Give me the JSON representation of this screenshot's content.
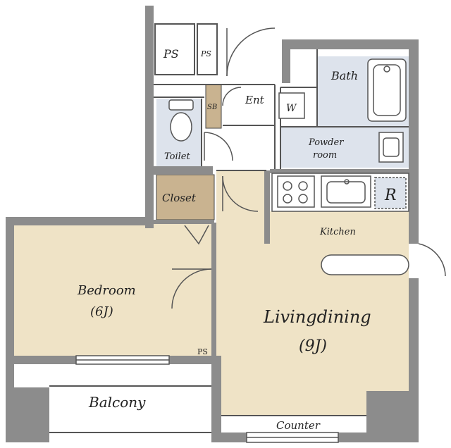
{
  "colors": {
    "wall": "#8c8c8c",
    "wood_floor": "#efe3c6",
    "wet_area": "#dde3ec",
    "closet": "#c9b390",
    "white": "#ffffff",
    "line": "#444444"
  },
  "rooms": {
    "ps_large": "PS",
    "ps_small": "PS",
    "sb": "SB",
    "ent": "Ent",
    "bath": "Bath",
    "w": "W",
    "powder_room_line1": "Powder",
    "powder_room_line2": "room",
    "toilet": "Toilet",
    "closet": "Closet",
    "r": "R",
    "kitchen": "Kitchen",
    "bedroom_line1": "Bedroom",
    "bedroom_line2": "(6J)",
    "living_line1": "Livingdining",
    "living_line2": "(9J)",
    "ps_bottom": "PS",
    "balcony": "Balcony",
    "counter": "Counter"
  }
}
